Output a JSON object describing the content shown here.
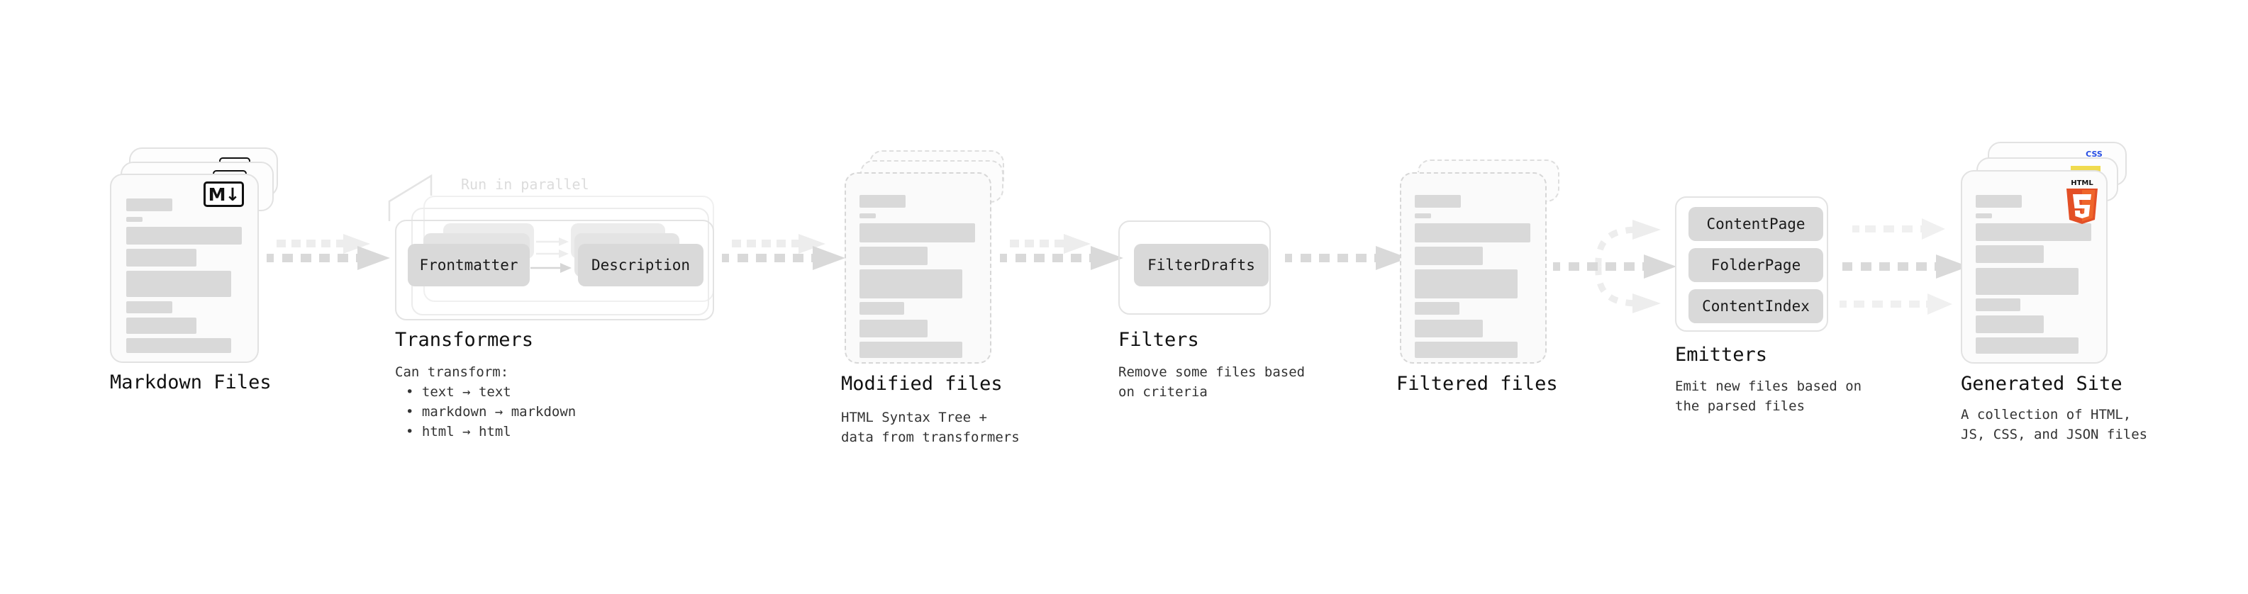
{
  "diagram": {
    "title_font_note": "monospace",
    "accent_colors": {
      "skeleton": "#d9d9d9",
      "card_border": "#e2e2e2",
      "dashed_border": "#d7d7d7",
      "arrow": "#d4d4d4",
      "arrow_faded": "#ededed",
      "html5_orange": "#e34f26",
      "html5_orange_light": "#ef652a",
      "js_yellow": "#f0db4f",
      "css_blue": "#264de4"
    },
    "stages": [
      {
        "id": "markdown-files",
        "caption": "Markdown Files",
        "sub": "",
        "badge": "markdown-badge",
        "badge_text": "M↓"
      },
      {
        "id": "transformers",
        "caption": "Transformers",
        "sub": "Can transform:",
        "parallel_label": "Run in parallel",
        "pills": [
          "Frontmatter",
          "Description"
        ],
        "bullets": [
          "• text → text",
          "• markdown → markdown",
          "• html → html"
        ]
      },
      {
        "id": "modified-files",
        "caption": "Modified files",
        "sub": "HTML Syntax Tree +\ndata from transformers"
      },
      {
        "id": "filters",
        "caption": "Filters",
        "sub": "Remove some files based\non criteria",
        "pills": [
          "FilterDrafts"
        ]
      },
      {
        "id": "filtered-files",
        "caption": "Filtered files",
        "sub": ""
      },
      {
        "id": "emitters",
        "caption": "Emitters",
        "sub": "Emit new files based on\nthe parsed files",
        "pills": [
          "ContentPage",
          "FolderPage",
          "ContentIndex"
        ]
      },
      {
        "id": "generated-site",
        "caption": "Generated Site",
        "sub": "A collection of HTML,\nJS, CSS, and JSON files",
        "badges": [
          "html5-badge",
          "js-badge",
          "css-badge"
        ],
        "badge_texts": {
          "html5": "HTML",
          "html5_num": "5",
          "css": "CSS"
        }
      }
    ]
  }
}
